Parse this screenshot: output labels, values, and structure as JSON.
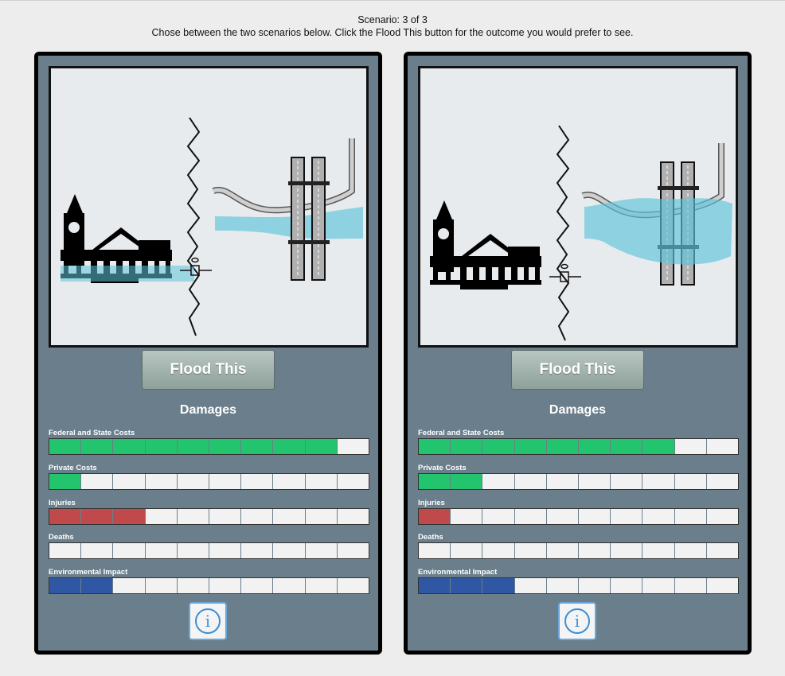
{
  "header": {
    "scenario": "Scenario: 3 of 3",
    "instructions": "Chose between the two scenarios below. Click the Flood This button for the outcome you would prefer to see."
  },
  "colors": {
    "panel_bg": "#6a7f8b",
    "cost_fill": "#23c46e",
    "injury_fill": "#c0494b",
    "death_fill": "#555555",
    "environment_fill": "#2f57a3",
    "empty_cell": "#f2f2f2",
    "water": "#5ec4db"
  },
  "bar_segments": 10,
  "scenarios": [
    {
      "flood_button": "Flood This",
      "damages_title": "Damages",
      "info_icon": "info-icon",
      "illustration": {
        "flood_near_town": true,
        "flood_near_bridge": false
      },
      "metrics": [
        {
          "label": "Federal and State Costs",
          "filled": 9,
          "color": "#23c46e"
        },
        {
          "label": "Private Costs",
          "filled": 1,
          "color": "#23c46e"
        },
        {
          "label": "Injuries",
          "filled": 3,
          "color": "#c0494b"
        },
        {
          "label": "Deaths",
          "filled": 0,
          "color": "#555555"
        },
        {
          "label": "Environmental Impact",
          "filled": 2,
          "color": "#2f57a3"
        }
      ]
    },
    {
      "flood_button": "Flood This",
      "damages_title": "Damages",
      "info_icon": "info-icon",
      "illustration": {
        "flood_near_town": false,
        "flood_near_bridge": true
      },
      "metrics": [
        {
          "label": "Federal and State Costs",
          "filled": 8,
          "color": "#23c46e"
        },
        {
          "label": "Private Costs",
          "filled": 2,
          "color": "#23c46e"
        },
        {
          "label": "Injuries",
          "filled": 1,
          "color": "#c0494b"
        },
        {
          "label": "Deaths",
          "filled": 0,
          "color": "#555555"
        },
        {
          "label": "Environmental Impact",
          "filled": 3,
          "color": "#2f57a3"
        }
      ]
    }
  ]
}
